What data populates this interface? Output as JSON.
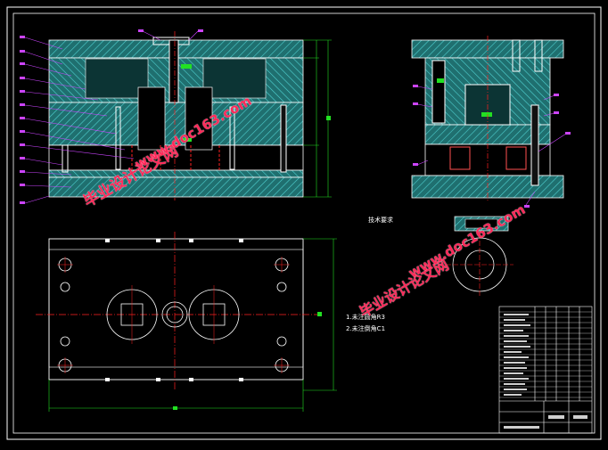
{
  "drawing": {
    "notes": {
      "title": "技术要求",
      "items": [
        "1.未注圆角R3",
        "2.未注倒角C1"
      ]
    },
    "watermarks": {
      "brand": "毕业设计论文网",
      "url": "www.doc163.com"
    },
    "colors": {
      "background": "#000000",
      "frame": "#ffffff",
      "section_hatch": "#2e9e9e",
      "outline": "#ffffff",
      "centerline": "#ff2020",
      "dimension": "#22e022",
      "leader": "#cc44ff",
      "watermark": "#ff2a5a"
    }
  }
}
